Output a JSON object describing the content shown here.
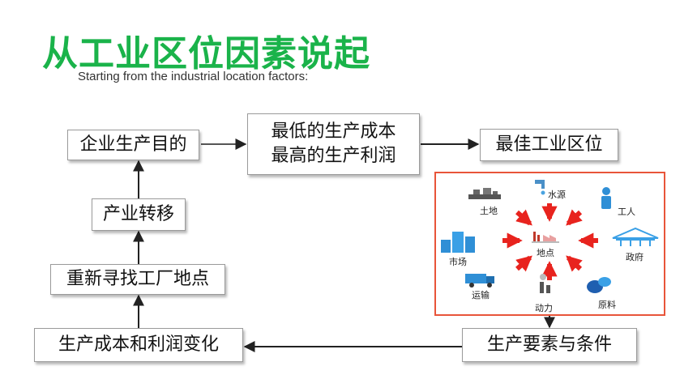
{
  "title": "从工业区位因素说起",
  "subtitle": "Starting from the industrial location factors:",
  "nodes": {
    "goal": "企业生产目的",
    "cost_profit_line1": "最低的生产成本",
    "cost_profit_line2": "最高的生产利润",
    "best_location": "最佳工业区位",
    "factors": "生产要素与条件",
    "change": "生产成本和利润变化",
    "relocate": "重新寻找工厂地点",
    "transfer": "产业转移"
  },
  "factor_diagram": {
    "center": "地点",
    "factors": {
      "water": "水源",
      "land": "土地",
      "labor": "工人",
      "market": "市场",
      "government": "政府",
      "transport": "运输",
      "power": "动力",
      "raw_material": "原料"
    }
  },
  "colors": {
    "title": "#1ab34a",
    "panel_border": "#e8553a",
    "factor_arrow": "#e8231e",
    "icon_blue": "#2f8fd6"
  }
}
